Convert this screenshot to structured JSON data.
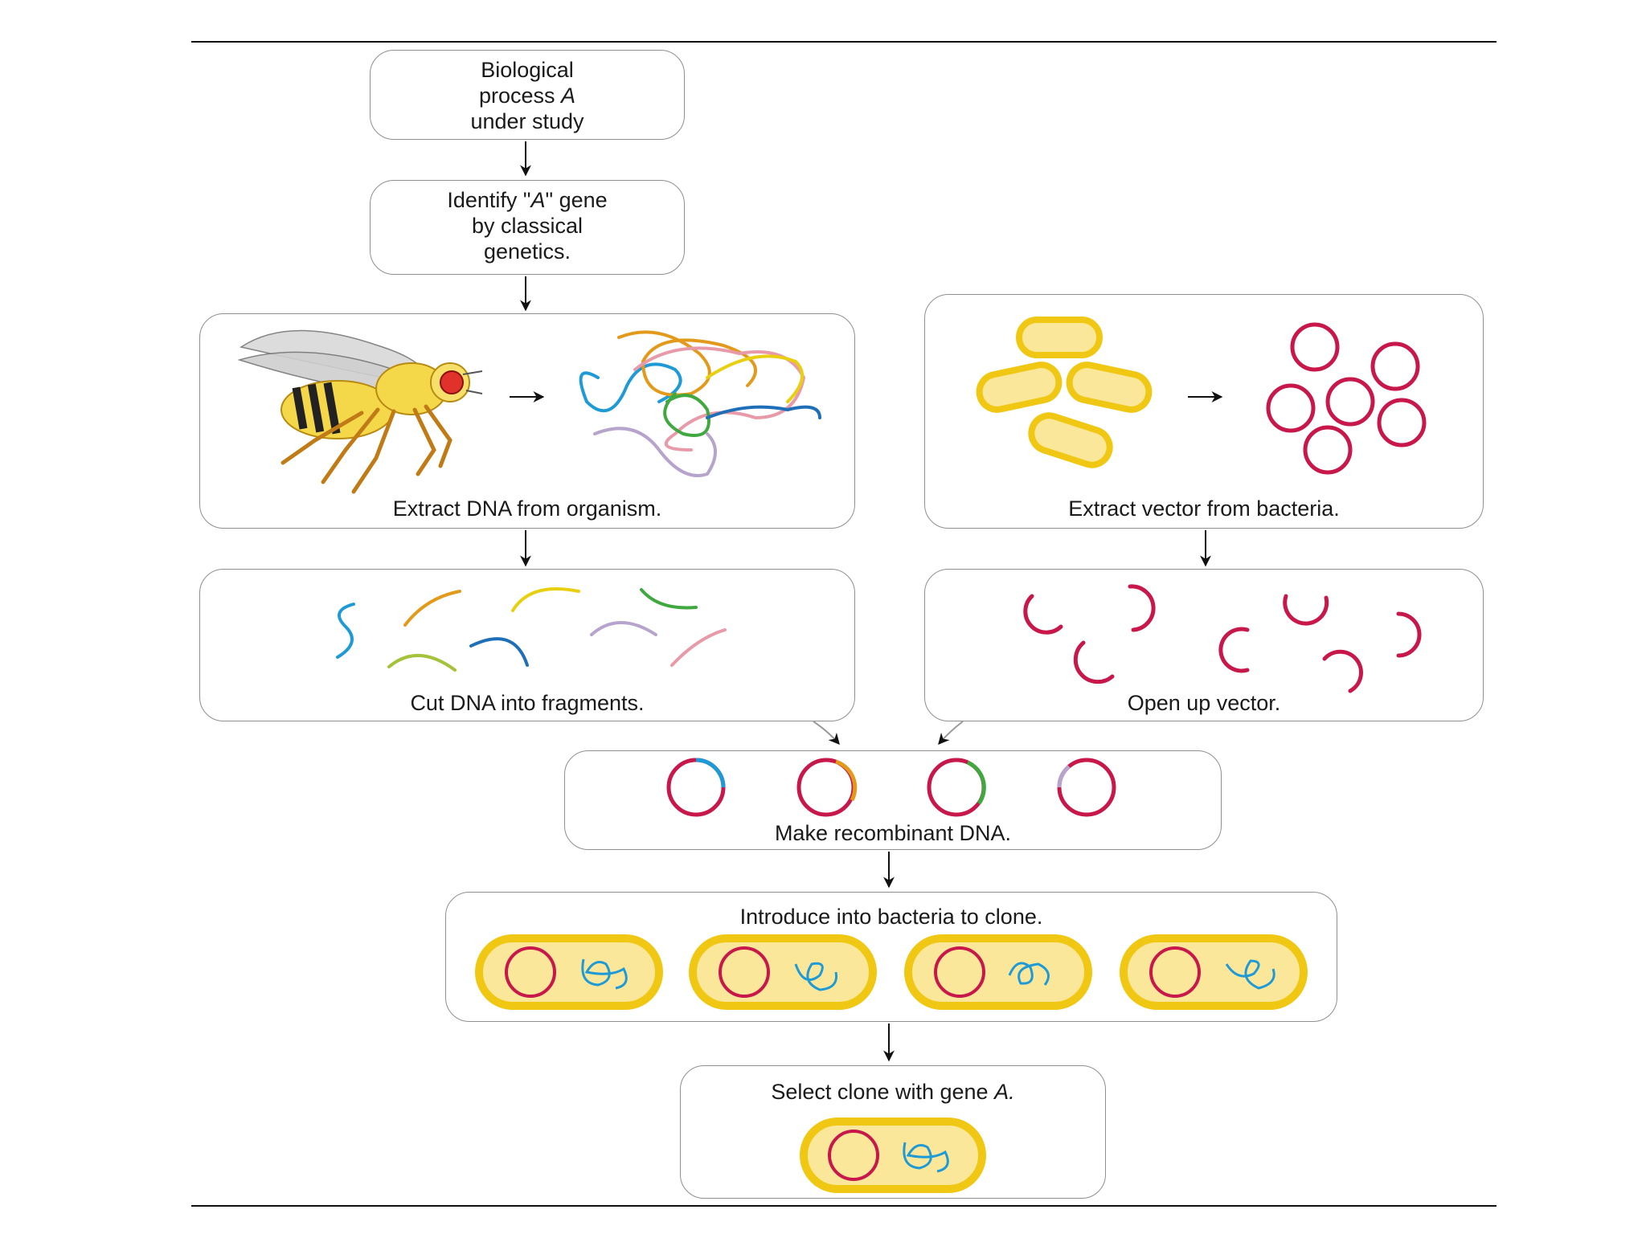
{
  "steps": {
    "process": {
      "line1": "Biological",
      "line2_pre": "process ",
      "line2_em": "A",
      "line3": "under study"
    },
    "identify": {
      "line1_pre": "Identify \"",
      "line1_em": "A",
      "line1_post": "\" gene",
      "line2": "by classical",
      "line3": "genetics."
    },
    "extract_dna": "Extract DNA from organism.",
    "extract_vector": "Extract vector from bacteria.",
    "cut_dna": "Cut DNA into fragments.",
    "open_vector": "Open up vector.",
    "recombinant": "Make recombinant DNA.",
    "introduce": "Introduce into bacteria to clone.",
    "select_pre": "Select clone with gene ",
    "select_em": "A."
  },
  "colors": {
    "vector": "#c8174a",
    "bacteria_fill": "#fbe79a",
    "bacteria_edge": "#f0c814",
    "dna_blue": "#1e9ad6",
    "dna_orange": "#e39a1a",
    "dna_green": "#3fa83f",
    "dna_yellow": "#e8cf10",
    "dna_lilac": "#b7a4cc",
    "dna_pink": "#e89aa8"
  }
}
